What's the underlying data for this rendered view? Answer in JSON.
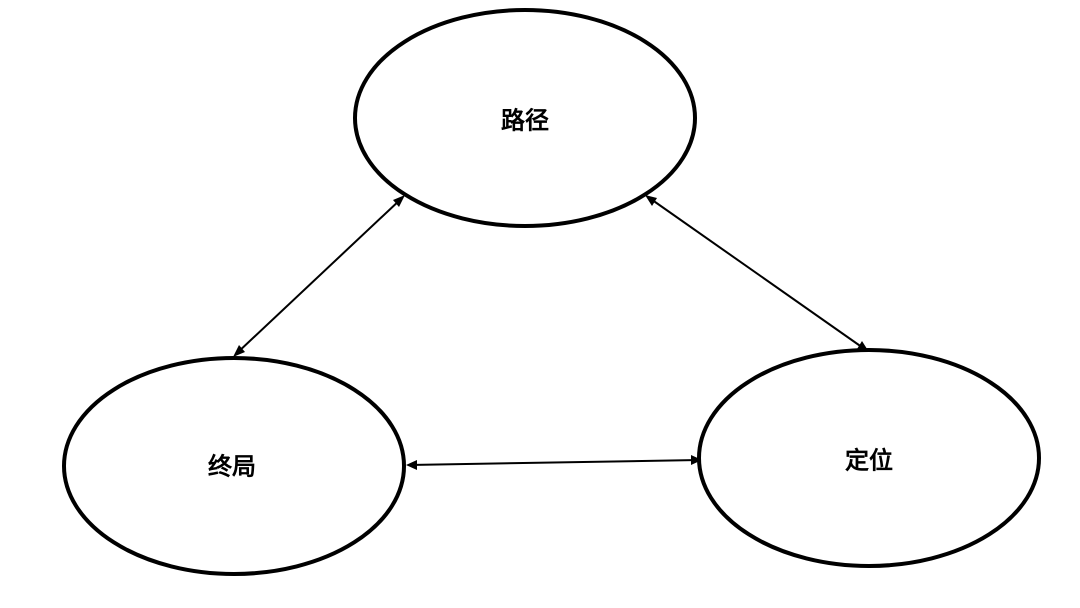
{
  "nodes": {
    "path": {
      "label": "路径"
    },
    "endgame": {
      "label": "终局"
    },
    "positioning": {
      "label": "定位"
    }
  },
  "edges": [
    {
      "from": "path",
      "to": "endgame",
      "direction": "both"
    },
    {
      "from": "path",
      "to": "positioning",
      "direction": "both"
    },
    {
      "from": "endgame",
      "to": "positioning",
      "direction": "both"
    }
  ],
  "colors": {
    "stroke": "#000000",
    "background": "#ffffff"
  }
}
